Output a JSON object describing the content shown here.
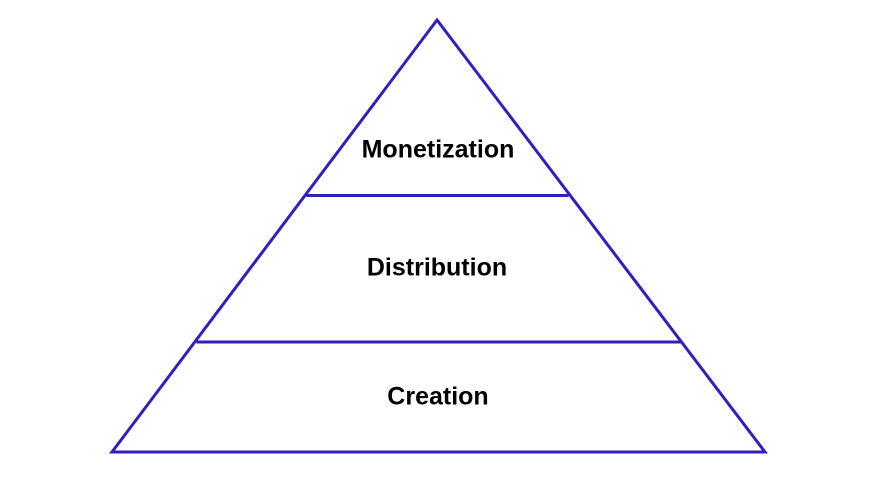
{
  "pyramid": {
    "stroke_color": "#2e1fbf",
    "fill_color": "#ffffff",
    "layers": [
      {
        "label": "Monetization"
      },
      {
        "label": "Distribution"
      },
      {
        "label": "Creation"
      }
    ]
  }
}
